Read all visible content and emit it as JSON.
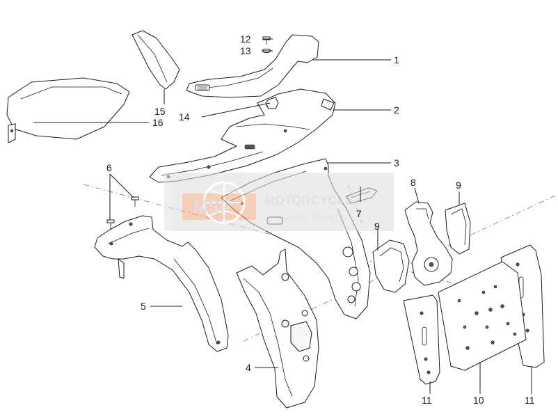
{
  "watermark": {
    "logo_text": "MSP",
    "brand_text": "MOTORCYCLE",
    "sub_text": "SPARE PARTS",
    "logo_color": "#f0a57c",
    "band_color": "#dedede"
  },
  "callouts": [
    {
      "id": "c1",
      "text": "1"
    },
    {
      "id": "c2",
      "text": "2"
    },
    {
      "id": "c3",
      "text": "3"
    },
    {
      "id": "c4",
      "text": "4"
    },
    {
      "id": "c5",
      "text": "5"
    },
    {
      "id": "c6",
      "text": "6"
    },
    {
      "id": "c7",
      "text": "7"
    },
    {
      "id": "c8",
      "text": "8"
    },
    {
      "id": "c9a",
      "text": "9"
    },
    {
      "id": "c9b",
      "text": "9"
    },
    {
      "id": "c10",
      "text": "10"
    },
    {
      "id": "c11a",
      "text": "11"
    },
    {
      "id": "c11b",
      "text": "11"
    },
    {
      "id": "c12",
      "text": "12"
    },
    {
      "id": "c13",
      "text": "13"
    },
    {
      "id": "c14",
      "text": "14"
    },
    {
      "id": "c15",
      "text": "15"
    },
    {
      "id": "c16",
      "text": "16"
    }
  ]
}
